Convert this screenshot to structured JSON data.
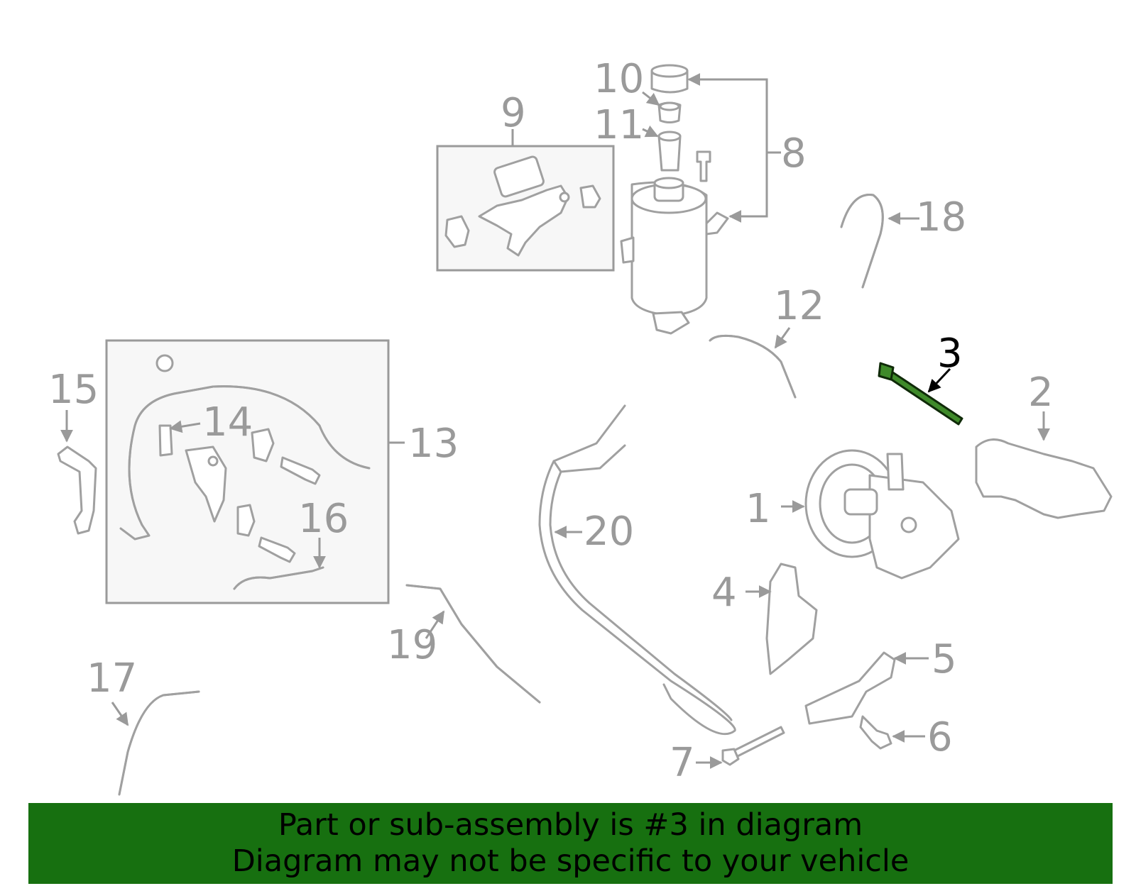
{
  "diagram": {
    "highlighted_part": "3",
    "highlight_color": "#3f8a2a",
    "label_color": "#9a9a9a",
    "labels": {
      "p1": "1",
      "p2": "2",
      "p3": "3",
      "p4": "4",
      "p5": "5",
      "p6": "6",
      "p7": "7",
      "p8": "8",
      "p9": "9",
      "p10": "10",
      "p11": "11",
      "p12": "12",
      "p13": "13",
      "p14": "14",
      "p15": "15",
      "p16": "16",
      "p17": "17",
      "p18": "18",
      "p19": "19",
      "p20": "20"
    }
  },
  "banner": {
    "background": "#177010",
    "line1": "Part or sub-assembly is #3 in diagram",
    "line2": "Diagram may not be specific to your vehicle"
  }
}
